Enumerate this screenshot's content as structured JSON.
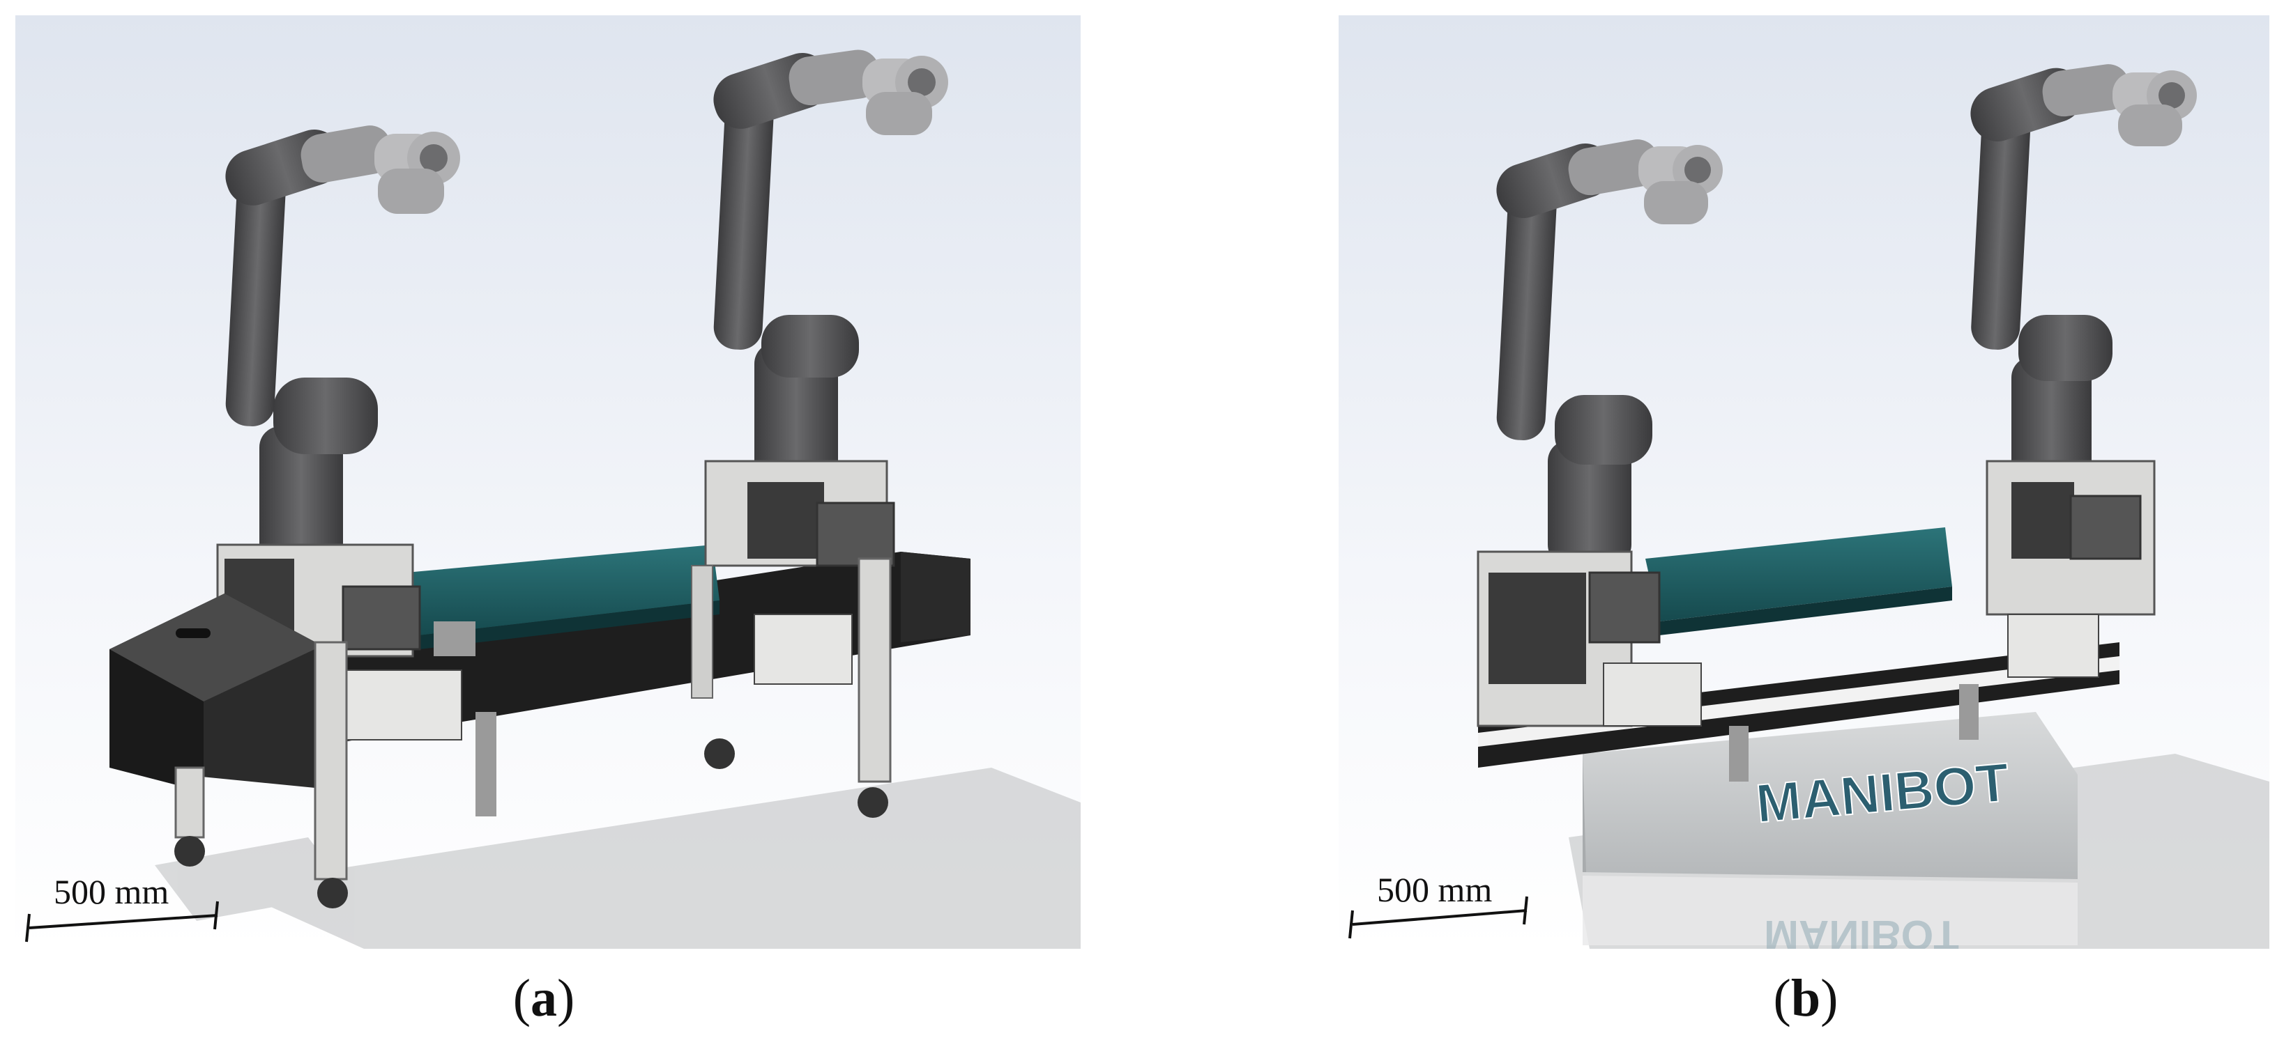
{
  "panels": [
    {
      "id": "a",
      "caption_letter": "a",
      "scale_bar_label": "500 mm",
      "base_label": ""
    },
    {
      "id": "b",
      "caption_letter": "b",
      "scale_bar_label": "500 mm",
      "base_label": "MANIBOT",
      "base_reflection_label": "MANIBOT"
    }
  ],
  "colors": {
    "background_top": "#e6ebf3",
    "background_bottom": "#fbfcfe",
    "robot_arm": "#4a4a4c",
    "robot_joint": "#9a9a9c",
    "conveyor_belt": "#1f5d62",
    "frame_black": "#1e1e1e",
    "frame_silver": "#d7d7d5",
    "agv_body": "#c9cbcc",
    "agv_text": "#2c5f70"
  },
  "icons": [
    "robot-arm-icon",
    "conveyor-icon",
    "caster-wheel-icon",
    "agv-base-icon",
    "scale-bar-icon"
  ]
}
